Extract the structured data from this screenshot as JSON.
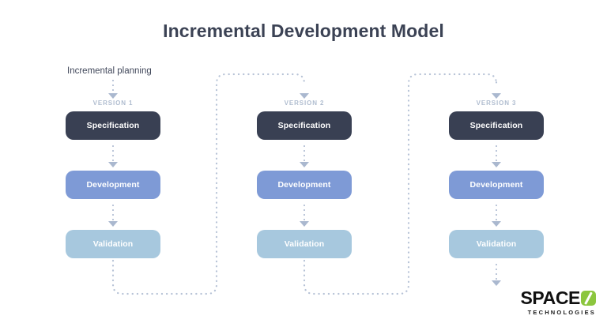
{
  "diagram": {
    "title": "Incremental Development Model",
    "planning_label": "Incremental planning",
    "colors": {
      "title": "#3b4254",
      "specification_box": "#394053",
      "development_box": "#7e9ad6",
      "validation_box": "#a7c8de",
      "connector": "#b6c2d6",
      "arrow_head": "#aab8cf",
      "version_label": "#afbccf",
      "background": "#ffffff",
      "logo_green": "#8cc63e"
    },
    "columns": [
      {
        "version_label": "VERSION 1",
        "stages": [
          {
            "name": "Specification"
          },
          {
            "name": "Development"
          },
          {
            "name": "Validation"
          }
        ]
      },
      {
        "version_label": "VERSION 2",
        "stages": [
          {
            "name": "Specification"
          },
          {
            "name": "Development"
          },
          {
            "name": "Validation"
          }
        ]
      },
      {
        "version_label": "VERSION 3",
        "stages": [
          {
            "name": "Specification"
          },
          {
            "name": "Development"
          },
          {
            "name": "Validation"
          }
        ]
      }
    ]
  },
  "logo": {
    "word": "SPACE",
    "mark": "slashed-o-mark",
    "subtitle": "TECHNOLOGIES"
  }
}
